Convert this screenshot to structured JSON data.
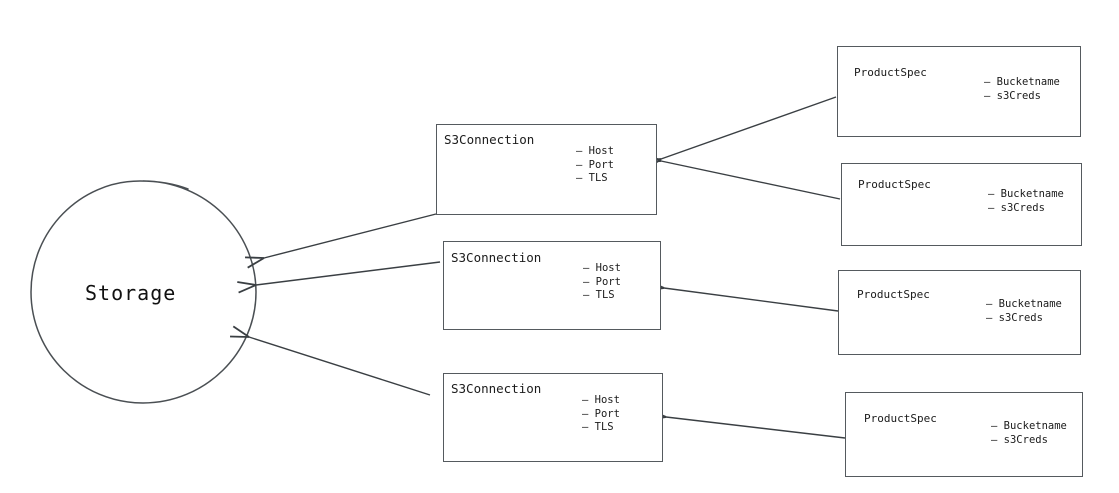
{
  "diagram": {
    "title_text": "Storage",
    "background_color": "#ffffff",
    "stroke_color": "#555a5e",
    "text_color": "#1b1b1b",
    "storage": {
      "label": "Storage"
    },
    "connections": [
      {
        "title": "S3Connection",
        "fields": [
          "Host",
          "Port",
          "TLS"
        ]
      },
      {
        "title": "S3Connection",
        "fields": [
          "Host",
          "Port",
          "TLS"
        ]
      },
      {
        "title": "S3Connection",
        "fields": [
          "Host",
          "Port",
          "TLS"
        ]
      }
    ],
    "specs": [
      {
        "title": "ProductSpec",
        "fields": [
          "Bucketname",
          "s3Creds"
        ]
      },
      {
        "title": "ProductSpec",
        "fields": [
          "Bucketname",
          "s3Creds"
        ]
      },
      {
        "title": "ProductSpec",
        "fields": [
          "Bucketname",
          "s3Creds"
        ]
      },
      {
        "title": "ProductSpec",
        "fields": [
          "Bucketname",
          "s3Creds"
        ]
      }
    ],
    "field_bullet": "–"
  }
}
